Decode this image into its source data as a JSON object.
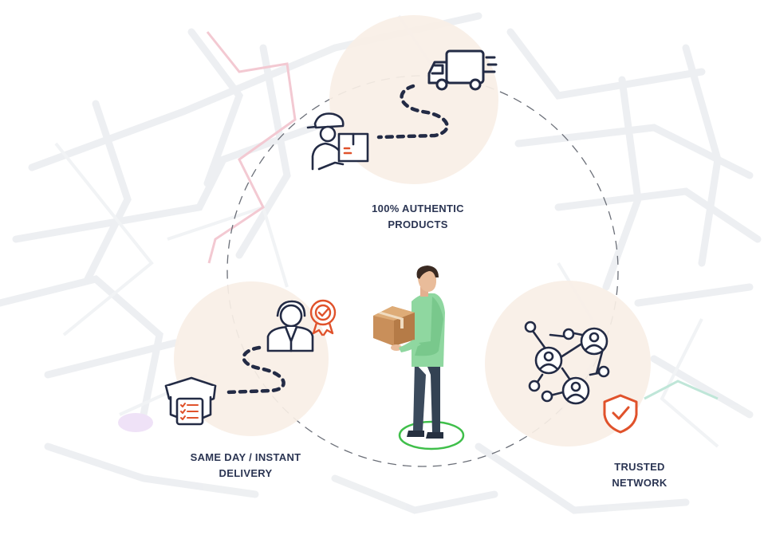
{
  "features": [
    {
      "id": "authentic",
      "lines": [
        "100% AUTHENTIC",
        "PRODUCTS"
      ],
      "icon": "delivery-truck-icon"
    },
    {
      "id": "delivery",
      "lines": [
        "SAME DAY / INSTANT",
        "DELIVERY"
      ],
      "icon": "package-checklist-icon"
    },
    {
      "id": "network",
      "lines": [
        "TRUSTED",
        "NETWORK"
      ],
      "icon": "network-nodes-icon"
    }
  ],
  "colors": {
    "text": "#2b3553",
    "icon_stroke": "#232b45",
    "accent": "#e0522b",
    "circle_fill": "#f8efe6",
    "map_road": "#eef0f2",
    "shirt": "#8fd7a0",
    "ring": "#3fbf4a"
  }
}
